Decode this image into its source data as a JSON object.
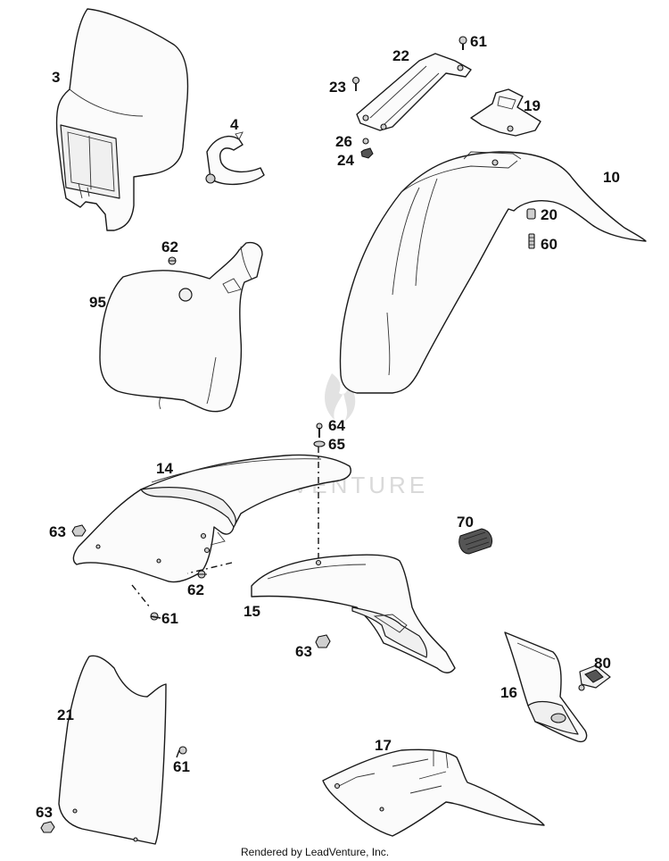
{
  "watermark_text": "LEADVENTURE",
  "footer_text": "Rendered by LeadVenture, Inc.",
  "callouts": [
    {
      "id": "3",
      "text": "3"
    },
    {
      "id": "4",
      "text": "4"
    },
    {
      "id": "22",
      "text": "22"
    },
    {
      "id": "61a",
      "text": "61"
    },
    {
      "id": "23",
      "text": "23"
    },
    {
      "id": "19",
      "text": "19"
    },
    {
      "id": "26",
      "text": "26"
    },
    {
      "id": "24",
      "text": "24"
    },
    {
      "id": "10",
      "text": "10"
    },
    {
      "id": "20",
      "text": "20"
    },
    {
      "id": "60",
      "text": "60"
    },
    {
      "id": "62a",
      "text": "62"
    },
    {
      "id": "95",
      "text": "95"
    },
    {
      "id": "64",
      "text": "64"
    },
    {
      "id": "65",
      "text": "65"
    },
    {
      "id": "14",
      "text": "14"
    },
    {
      "id": "70",
      "text": "70"
    },
    {
      "id": "63a",
      "text": "63"
    },
    {
      "id": "62b",
      "text": "62"
    },
    {
      "id": "61b",
      "text": "61"
    },
    {
      "id": "15",
      "text": "15"
    },
    {
      "id": "63b",
      "text": "63"
    },
    {
      "id": "80",
      "text": "80"
    },
    {
      "id": "16",
      "text": "16"
    },
    {
      "id": "21",
      "text": "21"
    },
    {
      "id": "61c",
      "text": "61"
    },
    {
      "id": "17",
      "text": "17"
    },
    {
      "id": "63c",
      "text": "63"
    }
  ]
}
